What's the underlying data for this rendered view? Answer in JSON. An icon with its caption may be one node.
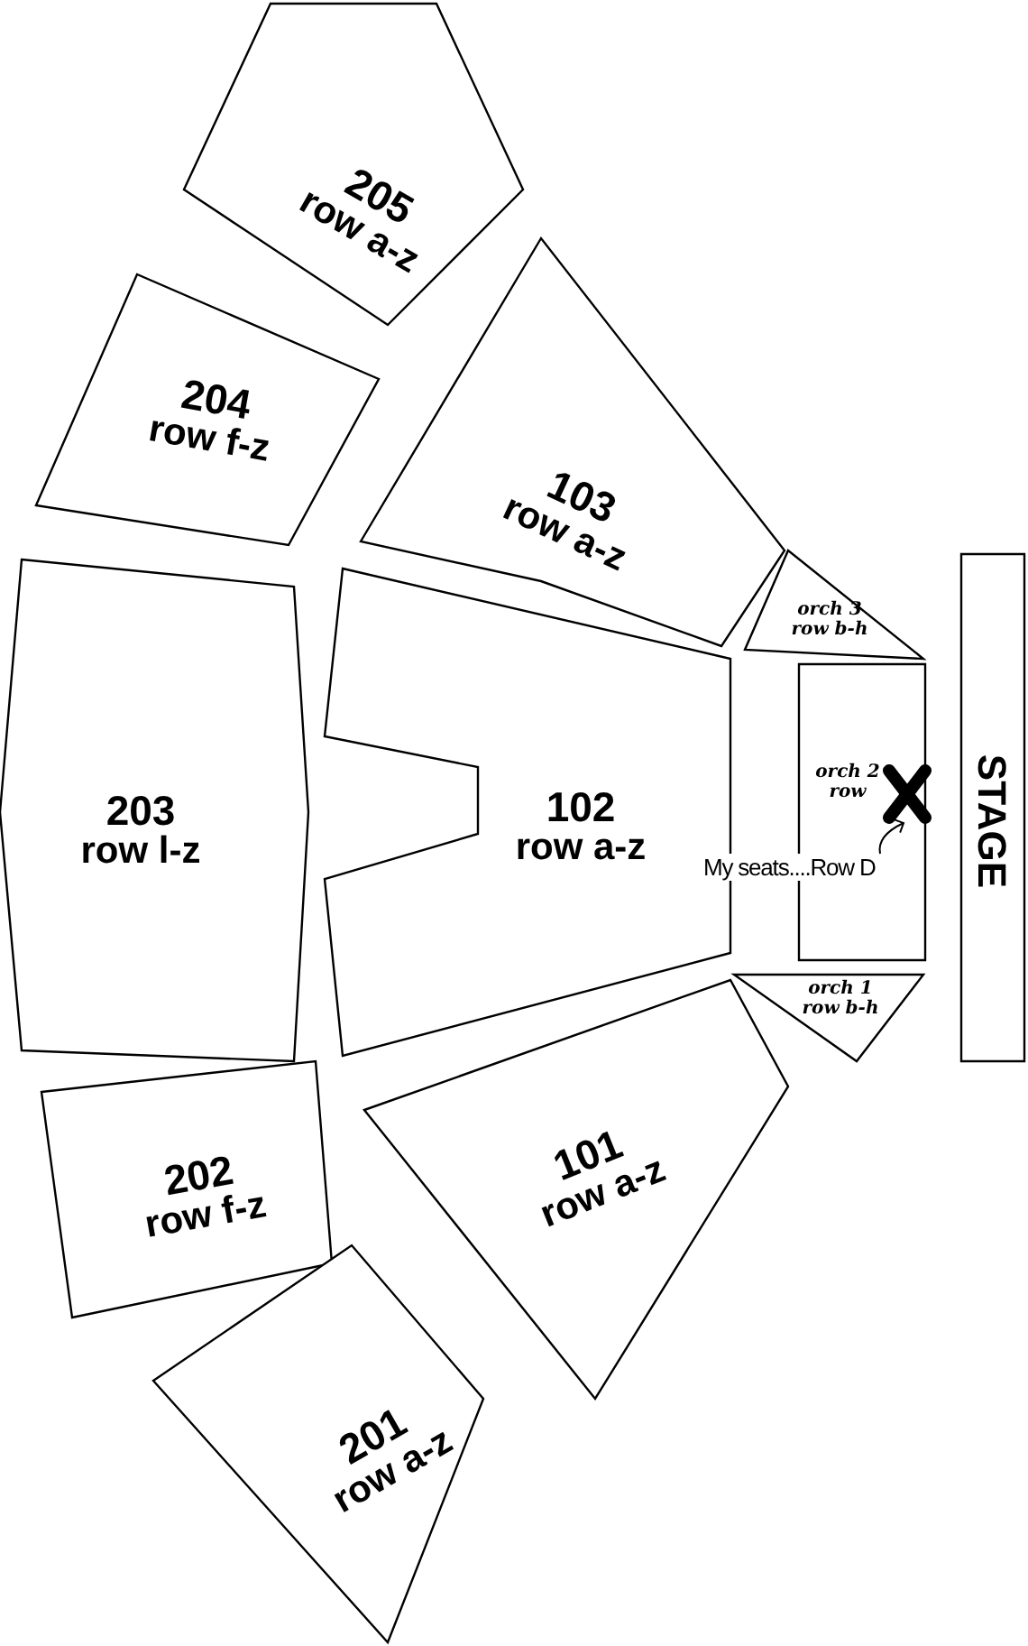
{
  "diagram": {
    "nodes": [
      {
        "text": [
          "205",
          "row a-z"
        ]
      },
      {
        "text": [
          "204",
          "row f-z"
        ]
      },
      {
        "text": [
          "103",
          "row a-z"
        ]
      },
      {
        "text": [
          "orch 3",
          "row b-h"
        ]
      },
      {
        "text": [
          "203",
          "row l-z"
        ]
      },
      {
        "text": [
          "102",
          "row a-z"
        ]
      },
      {
        "text": [
          "orch 2",
          "row"
        ]
      },
      {
        "text": [],
        "shape": "cross",
        "in": 6
      },
      {
        "text": [
          "My seats....Row D"
        ]
      },
      {
        "text": [
          "orch 1",
          "row b-h"
        ]
      },
      {
        "text": [
          "STAGE"
        ]
      },
      {
        "text": [
          "202",
          "row f-z"
        ]
      },
      {
        "text": [
          "101",
          "row a-z"
        ]
      },
      {
        "text": [
          "201",
          "row a-z"
        ]
      }
    ],
    "edges": [
      {
        "from": 8,
        "to": 7,
        "arrow": "to"
      }
    ]
  }
}
